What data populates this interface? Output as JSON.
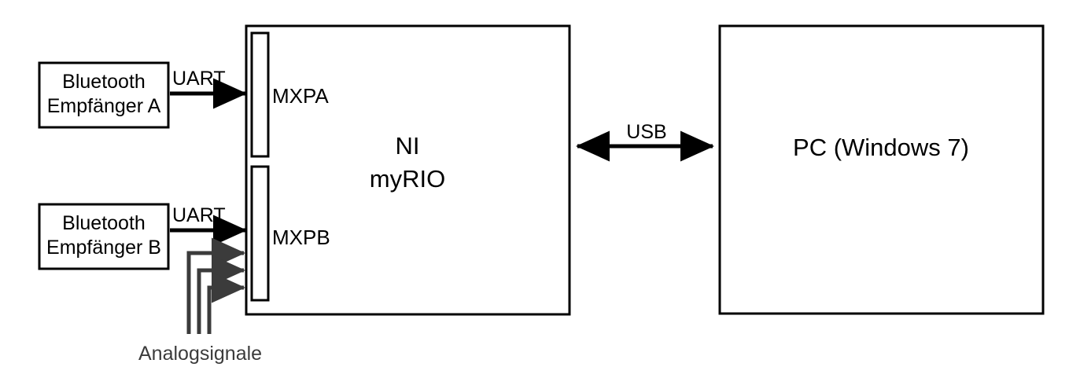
{
  "diagram": {
    "title": "NI myRIO measurement system block diagram",
    "colors": {
      "stroke_black": "#000000",
      "stroke_gray": "#3b3b3b",
      "background": "#ffffff",
      "fill_none": "#ffffff"
    },
    "blocks": {
      "bluetooth_a": {
        "line1": "Bluetooth",
        "line2": "Empfänger A"
      },
      "bluetooth_b": {
        "line1": "Bluetooth",
        "line2": "Empfänger B"
      },
      "myrio": {
        "line1": "NI",
        "line2": "myRIO",
        "connector_a": "MXPA",
        "connector_b": "MXPB"
      },
      "pc": {
        "label": "PC (Windows 7)"
      }
    },
    "connections": {
      "uart_a": {
        "label": "UART",
        "direction": "right"
      },
      "uart_b": {
        "label": "UART",
        "direction": "right"
      },
      "usb": {
        "label": "USB",
        "direction": "bidirectional"
      },
      "analog": {
        "label": "Analogsignale",
        "direction": "right",
        "count": 3
      }
    }
  }
}
